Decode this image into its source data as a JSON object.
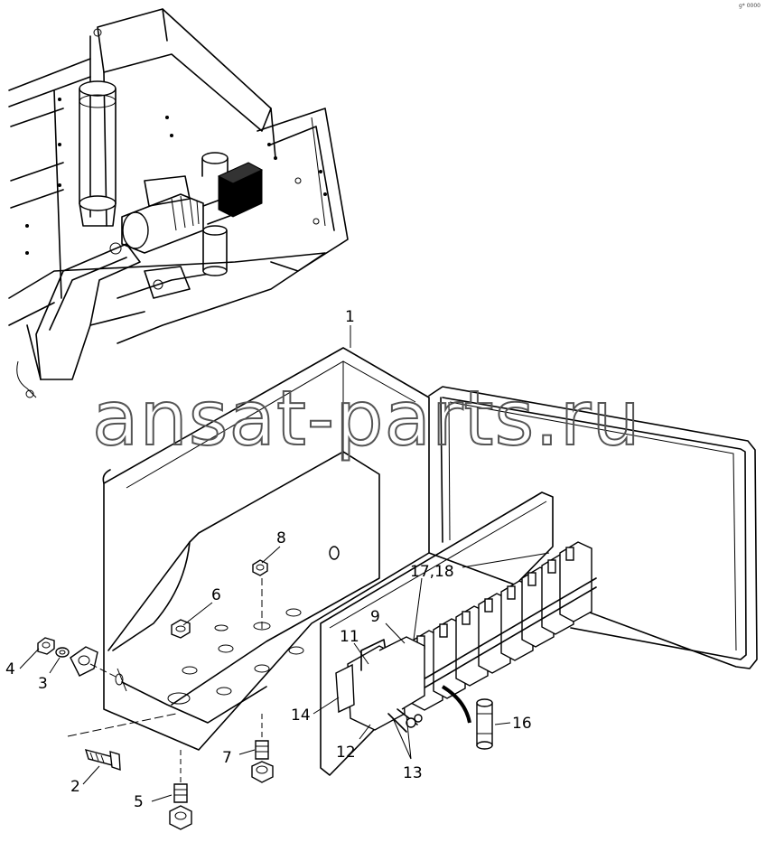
{
  "watermark": "ansat-parts.ru",
  "corner_code": "g* 0000",
  "callouts": [
    {
      "label": "1"
    },
    {
      "label": "2"
    },
    {
      "label": "3"
    },
    {
      "label": "4"
    },
    {
      "label": "5"
    },
    {
      "label": "6"
    },
    {
      "label": "7"
    },
    {
      "label": "8"
    },
    {
      "label": "9"
    },
    {
      "label": "11"
    },
    {
      "label": "12"
    },
    {
      "label": "13"
    },
    {
      "label": "14"
    },
    {
      "label": "16"
    },
    {
      "label": "17,18"
    }
  ]
}
